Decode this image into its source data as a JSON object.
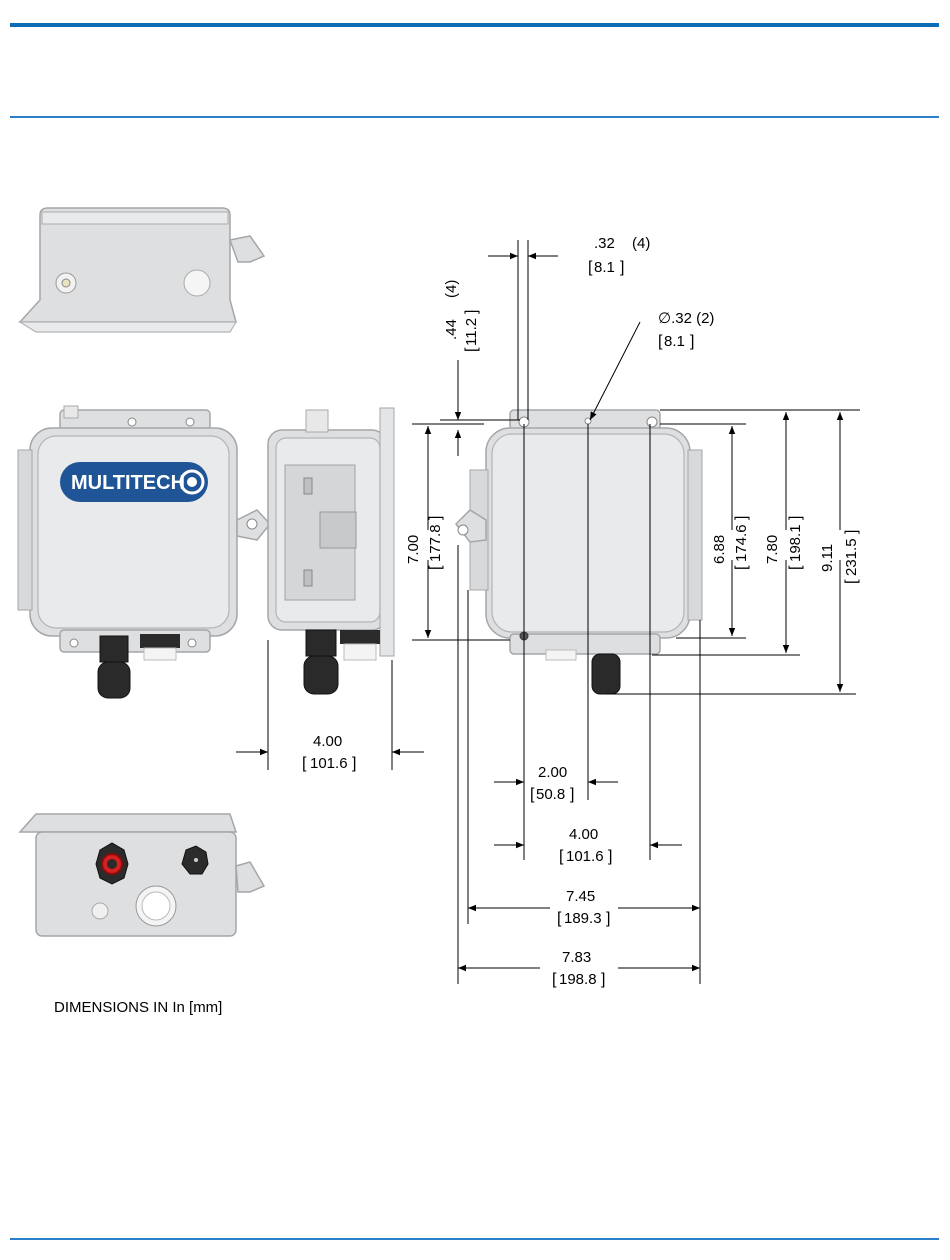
{
  "header": {
    "rule_color": "#0b6db5"
  },
  "logo": {
    "text": "MULTITECH",
    "color": "#1f5596"
  },
  "dimensions": {
    "hole_spacing": {
      "in": ".32",
      "count": "(4)",
      "mm": "8.1"
    },
    "edge_offset": {
      "in": ".44",
      "count": "(4)",
      "mm": "11.2"
    },
    "hole_dia": {
      "in": "∅.32 (2)",
      "mm": "8.1"
    },
    "h_700": {
      "in": "7.00",
      "mm": "177.8"
    },
    "h_688": {
      "in": "6.88",
      "mm": "174.6"
    },
    "h_780": {
      "in": "7.80",
      "mm": "198.1"
    },
    "h_911": {
      "in": "9.11",
      "mm": "231.5"
    },
    "depth_400": {
      "in": "4.00",
      "mm": "101.6"
    },
    "w_200": {
      "in": "2.00",
      "mm": "50.8"
    },
    "w_400": {
      "in": "4.00",
      "mm": "101.6"
    },
    "w_745": {
      "in": "7.45",
      "mm": "189.3"
    },
    "w_783": {
      "in": "7.83",
      "mm": "198.8"
    }
  },
  "note": "DIMENSIONS IN In [mm]"
}
